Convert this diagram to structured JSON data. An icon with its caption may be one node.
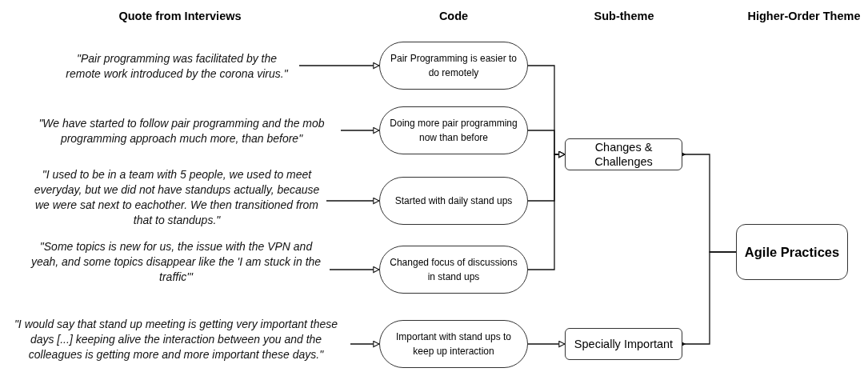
{
  "diagram": {
    "nodes": [
      {
        "text": [
          "\"Pair programming was facilitated by the remote work introduced by the corona virus.\""
        ]
      },
      {
        "text": [
          "\"We have started to follow pair programming and the mob programming approach much more, than before\""
        ]
      },
      {
        "text": [
          "\"I used to be in a team with 5 people, we used to meet everyday, but we did not have standups actually, because we were sat next to eachother. We then transitioned from that to standups.\""
        ]
      },
      {
        "text": [
          "\"Some topics is new for us, the issue with the VPN and yeah, and some topics disappear like the 'I am stuck in the traffic'\""
        ]
      },
      {
        "text": [
          "\"I would say that stand up meeting is getting very important these days [...] keeping alive the interaction between you and the colleagues is getting more and more important these days.\""
        ]
      },
      {
        "text": [
          "Pair Programming is easier to do remotely"
        ]
      },
      {
        "text": [
          "Doing more pair programming now than before"
        ]
      },
      {
        "text": [
          "Started with daily stand ups"
        ]
      },
      {
        "text": [
          "Changed focus of discussions in stand ups"
        ]
      },
      {
        "text": [
          "Important with stand ups to keep up interaction"
        ]
      },
      {
        "text": [
          "Changes & Challenges"
        ]
      },
      {
        "text": [
          "Specially Important"
        ]
      },
      {
        "text": [
          "Agile Practices"
        ]
      }
    ],
    "edges": [
      {
        "from": 0,
        "to": 5,
        "arrow": "to"
      },
      {
        "from": 1,
        "to": 6,
        "arrow": "to"
      },
      {
        "from": 2,
        "to": 7,
        "arrow": "to"
      },
      {
        "from": 3,
        "to": 8,
        "arrow": "to"
      },
      {
        "from": 4,
        "to": 9,
        "arrow": "to"
      },
      {
        "from": 5,
        "to": 10,
        "arrow": "to"
      },
      {
        "from": 6,
        "to": 10,
        "arrow": "to"
      },
      {
        "from": 7,
        "to": 10,
        "arrow": "to"
      },
      {
        "from": 8,
        "to": 10,
        "arrow": "to"
      },
      {
        "from": 9,
        "to": 11,
        "arrow": "to"
      },
      {
        "from": 10,
        "to": 12,
        "arrow": "other"
      },
      {
        "from": 11,
        "to": 12,
        "arrow": "other"
      }
    ],
    "labels": [
      "Quote from Interviews",
      "Code",
      "Sub-theme",
      "Higher-Order Theme"
    ]
  }
}
